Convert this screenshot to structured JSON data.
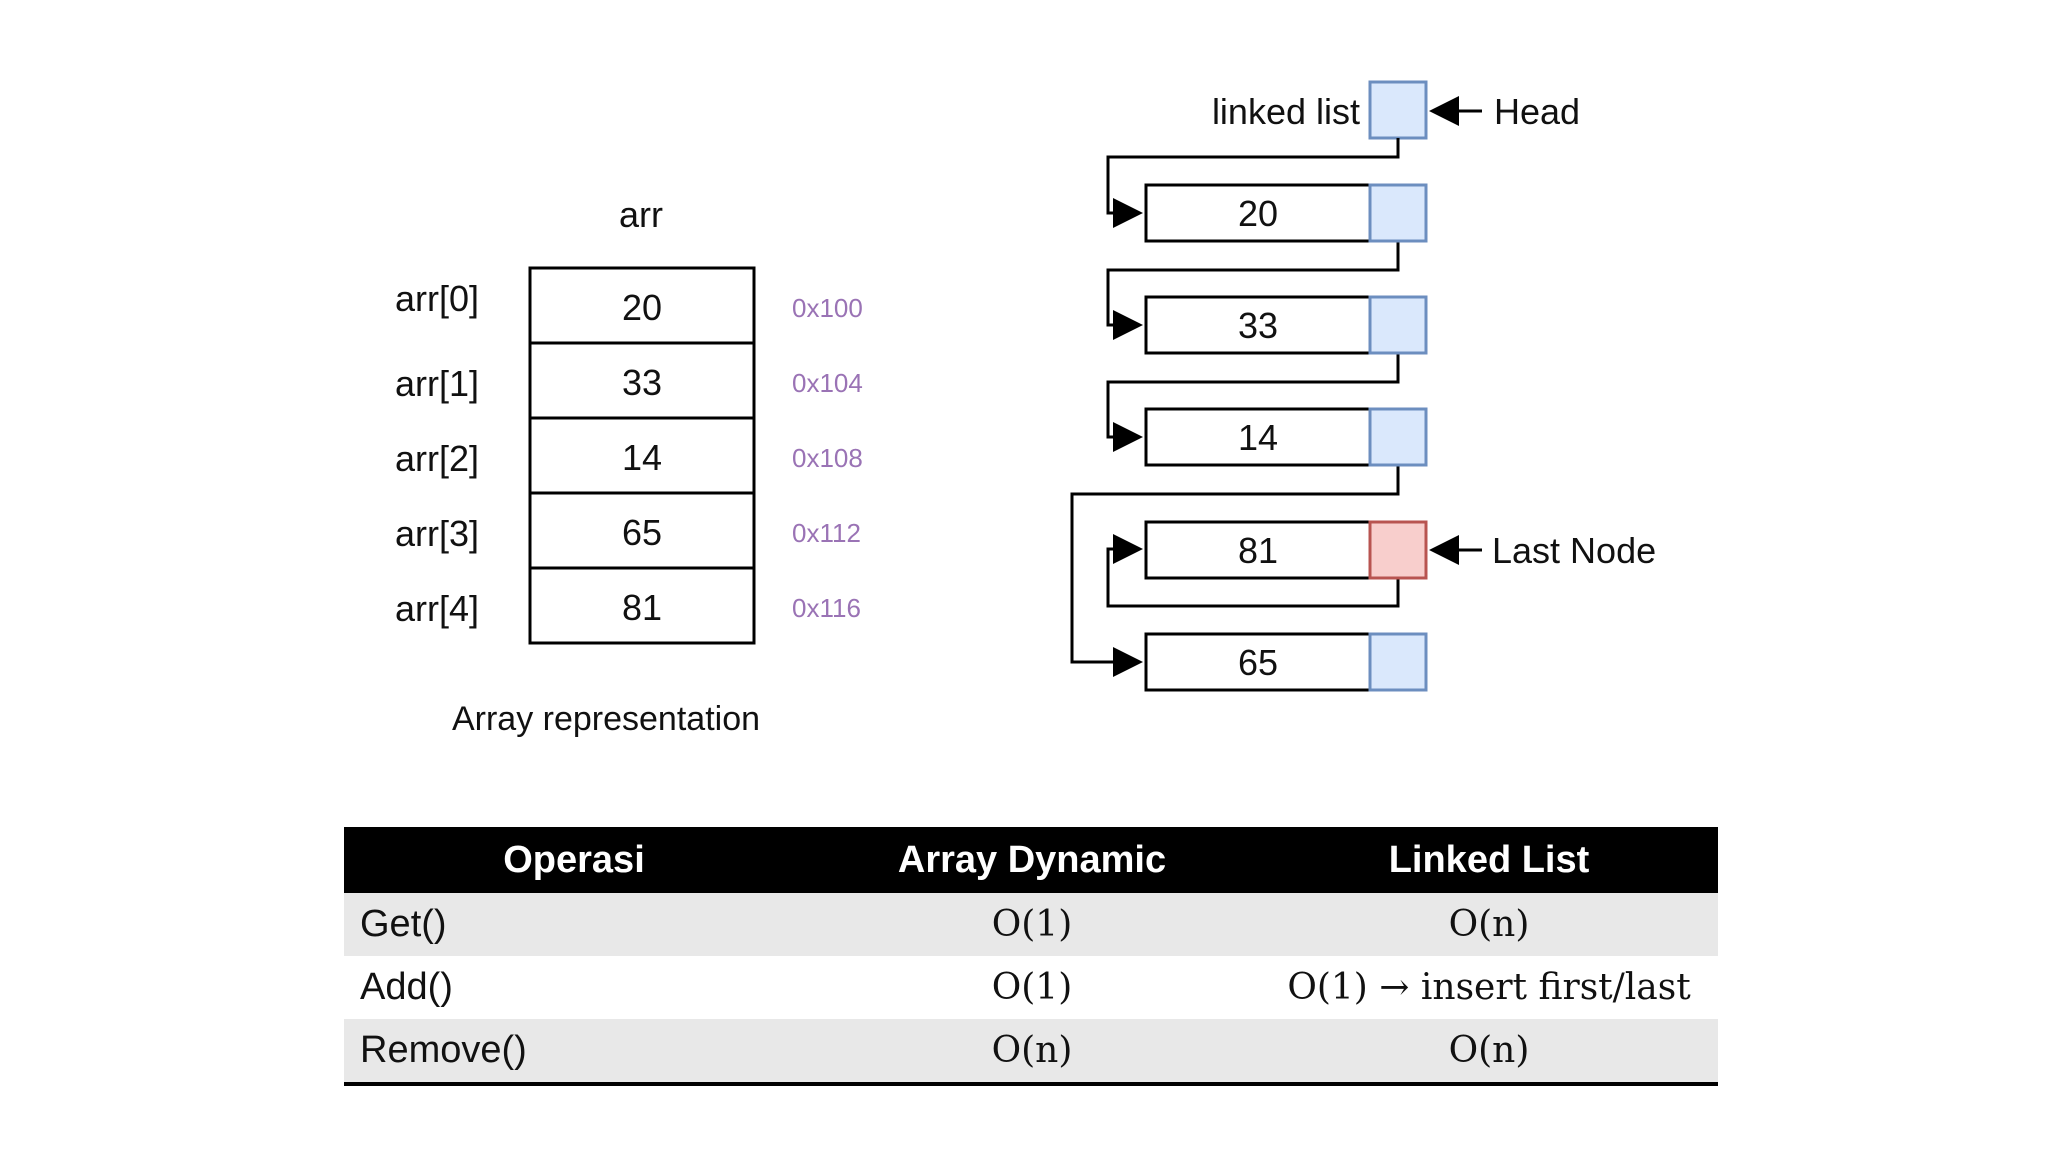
{
  "array_diagram": {
    "title": "arr",
    "caption": "Array representation",
    "cells": [
      {
        "index_label": "arr[0]",
        "value": "20",
        "address": "0x100"
      },
      {
        "index_label": "arr[1]",
        "value": "33",
        "address": "0x104"
      },
      {
        "index_label": "arr[2]",
        "value": "14",
        "address": "0x108"
      },
      {
        "index_label": "arr[3]",
        "value": "65",
        "address": "0x112"
      },
      {
        "index_label": "arr[4]",
        "value": "81",
        "address": "0x116"
      }
    ]
  },
  "linked_list_diagram": {
    "title": "linked list",
    "head_label": "Head",
    "last_node_label": "Last Node",
    "nodes": [
      "20",
      "33",
      "14",
      "81",
      "65"
    ],
    "colors": {
      "pointer_fill": "#dae8fc",
      "pointer_stroke": "#6c8ebf",
      "last_fill": "#f8cecc",
      "last_stroke": "#b85450"
    }
  },
  "table": {
    "headers": [
      "Operasi",
      "Array Dynamic",
      "Linked List"
    ],
    "rows": [
      {
        "op": "Get()",
        "array": "O(1)",
        "linked": "O(n)"
      },
      {
        "op": "Add()",
        "array": "O(1)",
        "linked": "O(1) → insert first/last"
      },
      {
        "op": "Remove()",
        "array": "O(n)",
        "linked": "O(n)"
      }
    ]
  }
}
